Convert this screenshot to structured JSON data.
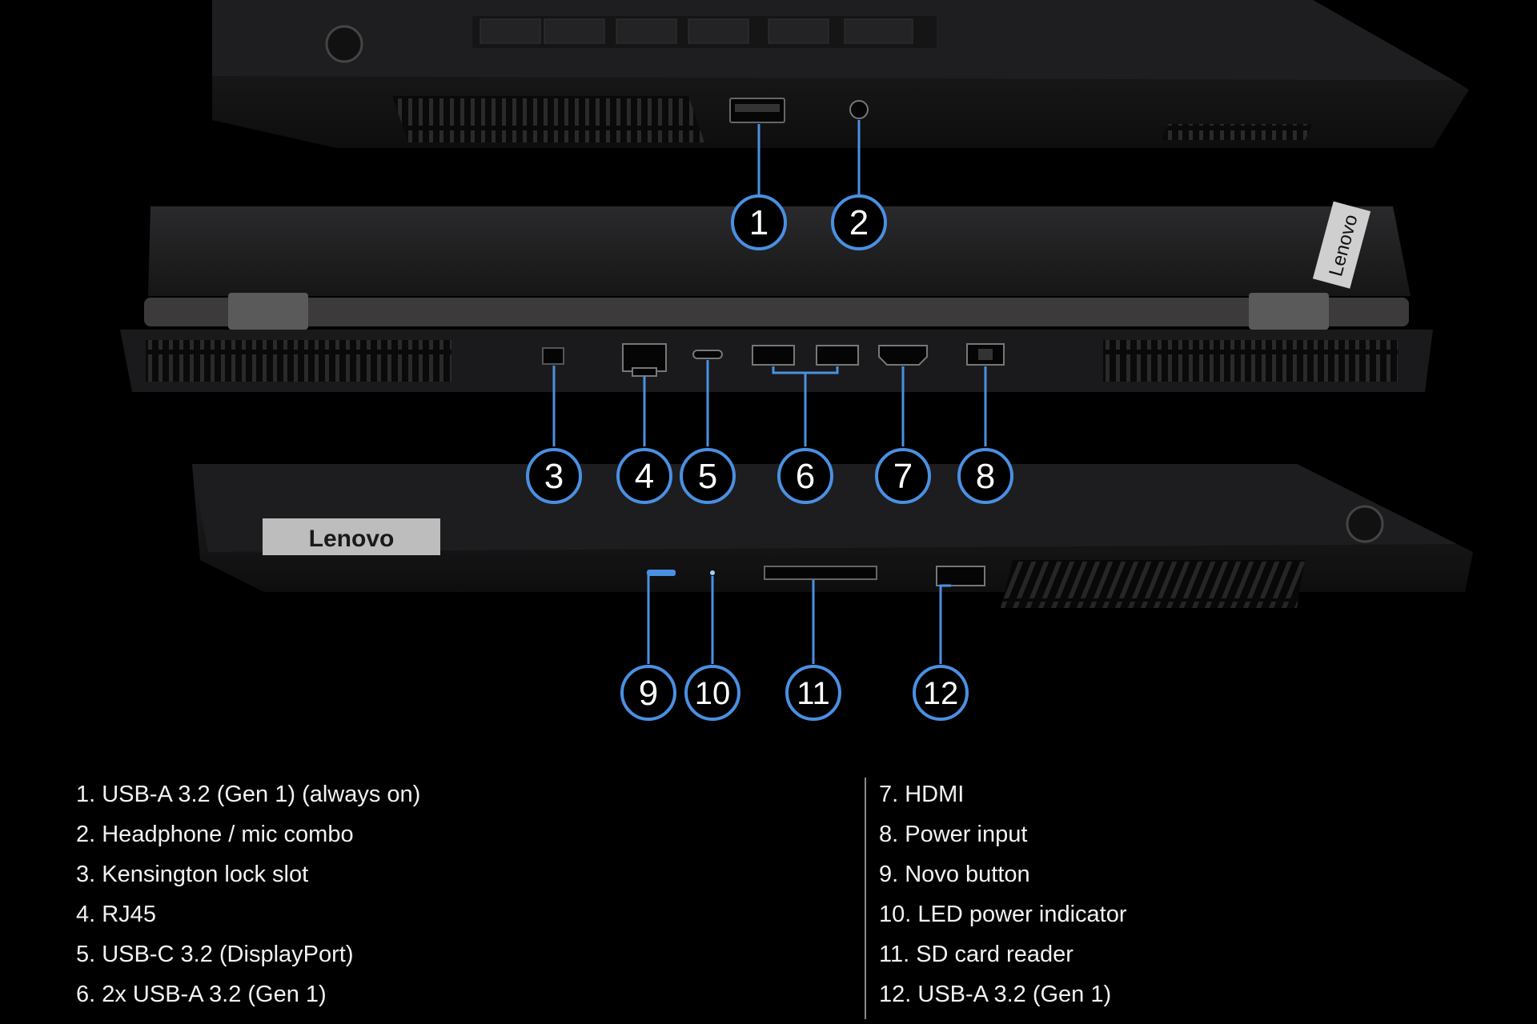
{
  "brand": {
    "logo_text": "Lenovo",
    "lid_logo_text": "Lenovo"
  },
  "colors": {
    "background": "#000000",
    "callout_ring": "#4a90e2",
    "callout_line": "#4a90e2",
    "chassis": "#1b1b1d",
    "text": "#f2f2f2"
  },
  "callouts": [
    {
      "id": "callout-1",
      "number": "1"
    },
    {
      "id": "callout-2",
      "number": "2"
    },
    {
      "id": "callout-3",
      "number": "3"
    },
    {
      "id": "callout-4",
      "number": "4"
    },
    {
      "id": "callout-5",
      "number": "5"
    },
    {
      "id": "callout-6",
      "number": "6"
    },
    {
      "id": "callout-7",
      "number": "7"
    },
    {
      "id": "callout-8",
      "number": "8"
    },
    {
      "id": "callout-9",
      "number": "9"
    },
    {
      "id": "callout-10",
      "number": "10"
    },
    {
      "id": "callout-11",
      "number": "11"
    },
    {
      "id": "callout-12",
      "number": "12"
    }
  ],
  "legend": {
    "left": [
      "1. USB-A 3.2 (Gen 1) (always on)",
      "2. Headphone / mic combo",
      "3. Kensington lock slot",
      "4. RJ45",
      "5. USB-C 3.2 (DisplayPort)",
      "6. 2x USB-A 3.2 (Gen 1)"
    ],
    "right": [
      "7. HDMI",
      "8. Power input",
      "9. Novo button",
      "10. LED power indicator",
      "11. SD card reader",
      "12. USB-A 3.2 (Gen 1)"
    ]
  }
}
